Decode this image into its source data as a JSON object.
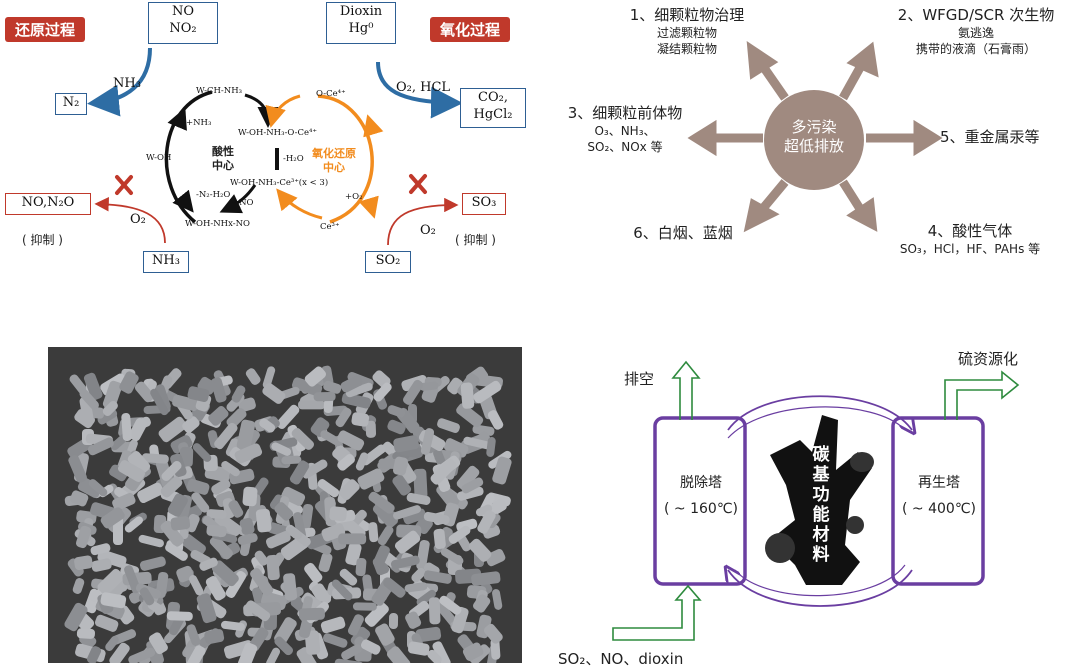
{
  "top_left": {
    "reduction_tag": "还原过程",
    "oxidation_tag": "氧化过程",
    "box_no": [
      "NO",
      "NO₂"
    ],
    "box_dioxin": [
      "Dioxin",
      "Hg⁰"
    ],
    "box_n2": "N₂",
    "box_co2": [
      "CO₂,",
      "HgCl₂"
    ],
    "box_non2o": "NO,N₂O",
    "box_so3": "SO₃",
    "box_nh3": "NH₃",
    "box_so2": "SO₂",
    "label_nh3": "NH₃",
    "label_o2_hcl": "O₂, HCL",
    "label_o2_left": "O₂",
    "label_o2_right": "O₂",
    "suppress_left": "( 抑制 )",
    "suppress_right": "( 抑制 )",
    "cycle": {
      "w_ch_nh3": "W-CH-NH₃",
      "plus_nh3": "+NH₃",
      "w_oh": "W-OH",
      "w_oh_nh3_oce": "W-OH-NH₃-O-Ce⁴⁺",
      "minus_h2o": "-H₂O",
      "w_oh_nh3_ce3": "W-OH-NH₃-Ce³⁺(x < 3)",
      "minus_n2_h2o": "-N₂-H₂O",
      "plus_no": "+NO",
      "w_oh_nhx_no": "W-OH-NHx-NO",
      "o_ce4": "O-Ce⁴⁺",
      "ce3": "Ce³⁺",
      "plus_o2": "+O₂",
      "acid_center": [
        "酸性",
        "中心"
      ],
      "redox_center": [
        "氧化还原",
        "中心"
      ]
    },
    "colors": {
      "reduction": "#c0392b",
      "oxidation": "#c0392b",
      "blue": "#2e6da4",
      "orange": "#f28c1e"
    }
  },
  "top_right": {
    "center": [
      "多污染",
      "超低排放"
    ],
    "items": {
      "item1": [
        "1、细颗粒物治理",
        "过滤颗粒物",
        "凝结颗粒物"
      ],
      "item2": [
        "2、WFGD/SCR 次生物",
        "氨逃逸",
        "携带的液滴（石膏雨）"
      ],
      "item3": [
        "3、细颗粒前体物",
        "O₃、NH₃、",
        "SO₂、NOx 等"
      ],
      "item4": [
        "4、酸性气体",
        "SO₃，HCl，HF、PAHs 等"
      ],
      "item5": [
        "5、重金属汞等"
      ],
      "item6": [
        "6、白烟、蓝烟"
      ]
    },
    "colors": {
      "center": "#a08a80",
      "arrow": "#a08a80"
    }
  },
  "bottom_right": {
    "exhaust": "排空",
    "sulfur": "硫资源化",
    "absorber": [
      "脱除塔",
      "( ~ 160℃)"
    ],
    "regenerator": [
      "再生塔",
      "( ~ 400℃)"
    ],
    "material": [
      "碳",
      "基",
      "功",
      "能",
      "材",
      "料"
    ],
    "inlet": "SO₂、NO、dioxin",
    "colors": {
      "tower": "#6a3ea1",
      "arrow": "#2e8b3e"
    }
  }
}
